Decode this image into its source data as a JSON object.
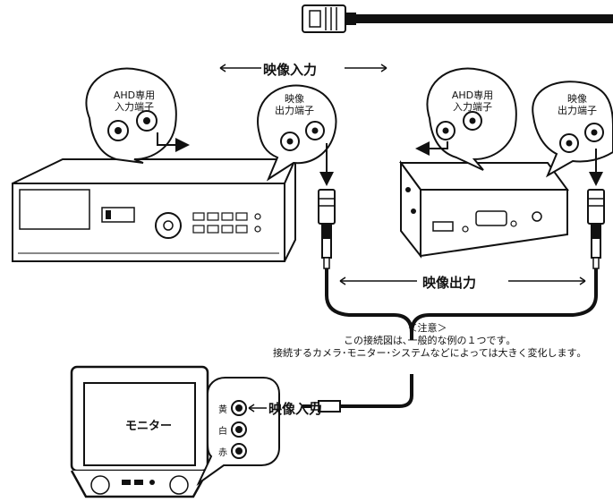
{
  "labels": {
    "video_input_top": "映像入力",
    "ahd_left_1": "AHD専用",
    "ahd_left_2": "入力端子",
    "out_left_1": "映像",
    "out_left_2": "出力端子",
    "ahd_right_1": "AHD専用",
    "ahd_right_2": "入力端子",
    "out_right_1": "映像",
    "out_right_2": "出力端子",
    "video_output": "映像出力",
    "video_input_bottom": "映像入力",
    "monitor": "モニター",
    "jack_yellow": "黄",
    "jack_white": "白",
    "jack_red": "赤"
  },
  "note": {
    "heading": "＜注意＞",
    "line1": "この接続図は､一般的な例の１つです｡",
    "line2": "接続するカメラ･モニター･システムなどによっては大きく変化します｡"
  },
  "colors": {
    "line": "#111111",
    "background": "#ffffff"
  }
}
